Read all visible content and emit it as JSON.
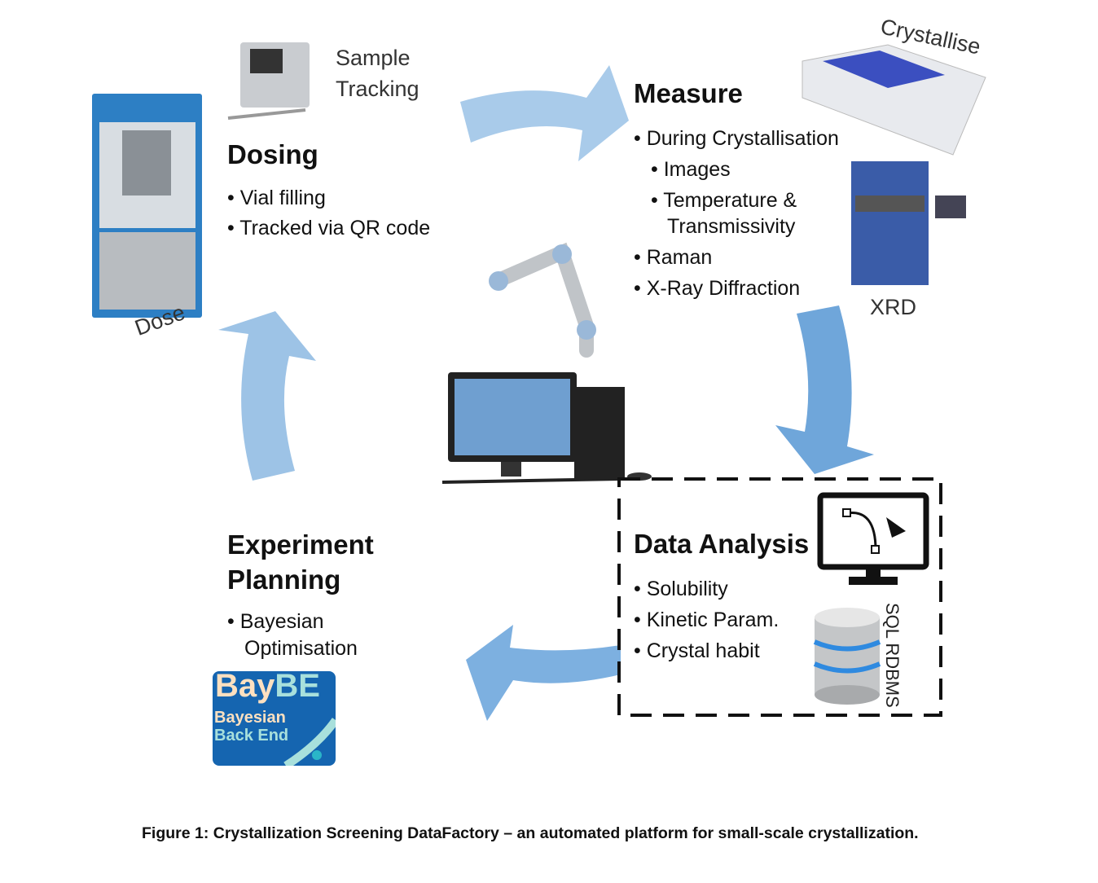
{
  "dosing": {
    "title": "Dosing",
    "items": [
      "Vial filling",
      "Tracked via QR code"
    ],
    "label_dose": "Dose",
    "label_tracking": [
      "Sample",
      "Tracking"
    ]
  },
  "measure": {
    "title": "Measure",
    "items": [
      "During Crystallisation",
      "Images",
      "Temperature &",
      "Transmissivity",
      "Raman",
      "X-Ray Diffraction"
    ],
    "label_crystallise": "Crystallise",
    "label_xrd": "XRD"
  },
  "analysis": {
    "title": "Data Analysis",
    "items": [
      "Solubility",
      "Kinetic Param.",
      "Crystal habit"
    ],
    "label_db": "SQL RDBMS"
  },
  "planning": {
    "title_line1": "Experiment",
    "title_line2": "Planning",
    "items": [
      "Bayesian",
      "Optimisation"
    ]
  },
  "logo": {
    "text": "BayBE",
    "subtitle": "Bayesian Back End"
  },
  "caption": "Figure 1: Crystallization Screening DataFactory – an automated platform for small-scale crystallization.",
  "colors": {
    "arrow": "#9dc3e6",
    "arrow_dark": "#5b9bd5",
    "logo_bg": "#1565b0",
    "logo_peach": "#fde0c0",
    "logo_teal": "#a8e0dc"
  }
}
